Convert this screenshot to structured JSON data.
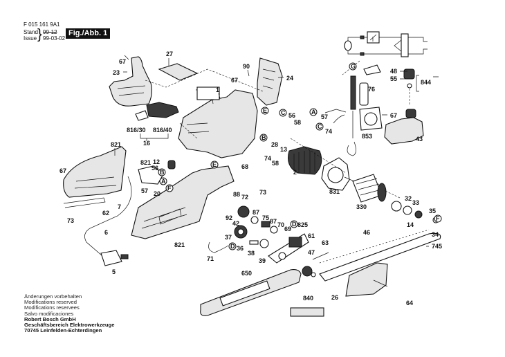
{
  "header": {
    "document_number": "F 015 161 9A1",
    "stand_label": "Stand",
    "issue_label": "Issue",
    "stand_value": "99-12",
    "issue_value": "99-03-02",
    "figure_label": "Fig./Abb. 1"
  },
  "footer": {
    "notices": [
      "Änderungen vorbehalten",
      "Modifications reserved",
      "Modifications reservees",
      "Salvo modificaciones"
    ],
    "company": [
      "Robert Bosch GmbH",
      "Geschäftsbereich Elektrowerkzeuge",
      "70745 Leinfelden-Echterdingen"
    ]
  },
  "diagram": {
    "title": "Exploded parts view - electric chain saw",
    "part_labels": [
      {
        "id": "p67a",
        "text": "67"
      },
      {
        "id": "p23",
        "text": "23"
      },
      {
        "id": "p27",
        "text": "27"
      },
      {
        "id": "p90",
        "text": "90"
      },
      {
        "id": "p24",
        "text": "24"
      },
      {
        "id": "p67b",
        "text": "67"
      },
      {
        "id": "p1",
        "text": "1"
      },
      {
        "id": "p816_30",
        "text": "816/30"
      },
      {
        "id": "p816_40",
        "text": "816/40"
      },
      {
        "id": "p16",
        "text": "16"
      },
      {
        "id": "p56a",
        "text": "56"
      },
      {
        "id": "p58a",
        "text": "58"
      },
      {
        "id": "p28",
        "text": "28"
      },
      {
        "id": "p13",
        "text": "13"
      },
      {
        "id": "p74a",
        "text": "74"
      },
      {
        "id": "p58b",
        "text": "58"
      },
      {
        "id": "p2",
        "text": "2"
      },
      {
        "id": "p48",
        "text": "48"
      },
      {
        "id": "p55",
        "text": "55"
      },
      {
        "id": "p76",
        "text": "76"
      },
      {
        "id": "p57a",
        "text": "57"
      },
      {
        "id": "p74b",
        "text": "74"
      },
      {
        "id": "p67c",
        "text": "67"
      },
      {
        "id": "p853",
        "text": "853"
      },
      {
        "id": "p844",
        "text": "844"
      },
      {
        "id": "p43",
        "text": "43"
      },
      {
        "id": "p821a",
        "text": "821"
      },
      {
        "id": "p67d",
        "text": "67"
      },
      {
        "id": "p73a",
        "text": "73"
      },
      {
        "id": "p62",
        "text": "62"
      },
      {
        "id": "p7",
        "text": "7"
      },
      {
        "id": "p6",
        "text": "6"
      },
      {
        "id": "p5",
        "text": "5"
      },
      {
        "id": "p821b",
        "text": "821"
      },
      {
        "id": "p12",
        "text": "12"
      },
      {
        "id": "p56b",
        "text": "56"
      },
      {
        "id": "p57b",
        "text": "57"
      },
      {
        "id": "p20",
        "text": "20"
      },
      {
        "id": "p68",
        "text": "68"
      },
      {
        "id": "p821c",
        "text": "821"
      },
      {
        "id": "p88",
        "text": "88"
      },
      {
        "id": "p72",
        "text": "72"
      },
      {
        "id": "p73b",
        "text": "73"
      },
      {
        "id": "p92",
        "text": "92"
      },
      {
        "id": "p42",
        "text": "42"
      },
      {
        "id": "p87a",
        "text": "87"
      },
      {
        "id": "p75",
        "text": "75"
      },
      {
        "id": "p87b",
        "text": "87"
      },
      {
        "id": "p70",
        "text": "70"
      },
      {
        "id": "p69",
        "text": "69"
      },
      {
        "id": "p825",
        "text": "825"
      },
      {
        "id": "p37",
        "text": "37"
      },
      {
        "id": "p36",
        "text": "36"
      },
      {
        "id": "p38",
        "text": "38"
      },
      {
        "id": "p39",
        "text": "39"
      },
      {
        "id": "p71",
        "text": "71"
      },
      {
        "id": "p61",
        "text": "61"
      },
      {
        "id": "p63",
        "text": "63"
      },
      {
        "id": "p47",
        "text": "47"
      },
      {
        "id": "p831",
        "text": "831"
      },
      {
        "id": "p330",
        "text": "330"
      },
      {
        "id": "p32",
        "text": "32"
      },
      {
        "id": "p33",
        "text": "33"
      },
      {
        "id": "p35",
        "text": "35"
      },
      {
        "id": "p14",
        "text": "14"
      },
      {
        "id": "p34",
        "text": "34"
      },
      {
        "id": "p46",
        "text": "46"
      },
      {
        "id": "p745",
        "text": "745"
      },
      {
        "id": "p650",
        "text": "650"
      },
      {
        "id": "p840",
        "text": "840"
      },
      {
        "id": "p26",
        "text": "26"
      },
      {
        "id": "p64",
        "text": "64"
      }
    ],
    "reference_markers": [
      "A",
      "B",
      "C",
      "D",
      "E",
      "F",
      "G"
    ]
  }
}
